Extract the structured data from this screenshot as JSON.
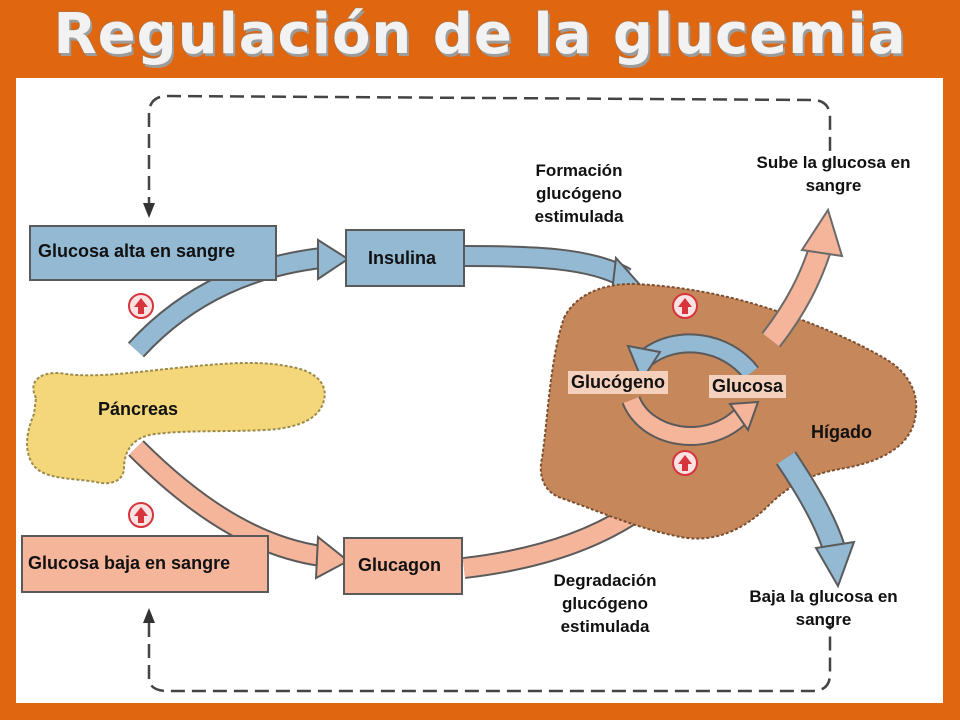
{
  "title": "Regulación de la glucemia",
  "boxes": {
    "glucose_high": "Glucosa alta en sangre",
    "insulin": "Insulina",
    "glucose_low": "Glucosa baja en sangre",
    "glucagon": "Glucagon"
  },
  "organs": {
    "pancreas": "Páncreas",
    "liver": "Hígado",
    "glycogen": "Glucógeno",
    "glucose": "Glucosa"
  },
  "notes": {
    "glycogen_formation": [
      "Formación",
      "glucógeno",
      "estimulada"
    ],
    "glycogen_breakdown": [
      "Degradación",
      "glucógeno",
      "estimulada"
    ],
    "glucose_rises": [
      "Sube la glucosa en",
      "sangre"
    ],
    "glucose_falls": [
      "Baja la glucosa en",
      "sangre"
    ]
  },
  "colors": {
    "background": "#e0670f",
    "insulin_path": "#93b9d3",
    "glucagon_path": "#f5b59b",
    "pancreas": "#f3d77a",
    "liver": "#c6875a",
    "stimulus_marker": "#d8343c"
  }
}
